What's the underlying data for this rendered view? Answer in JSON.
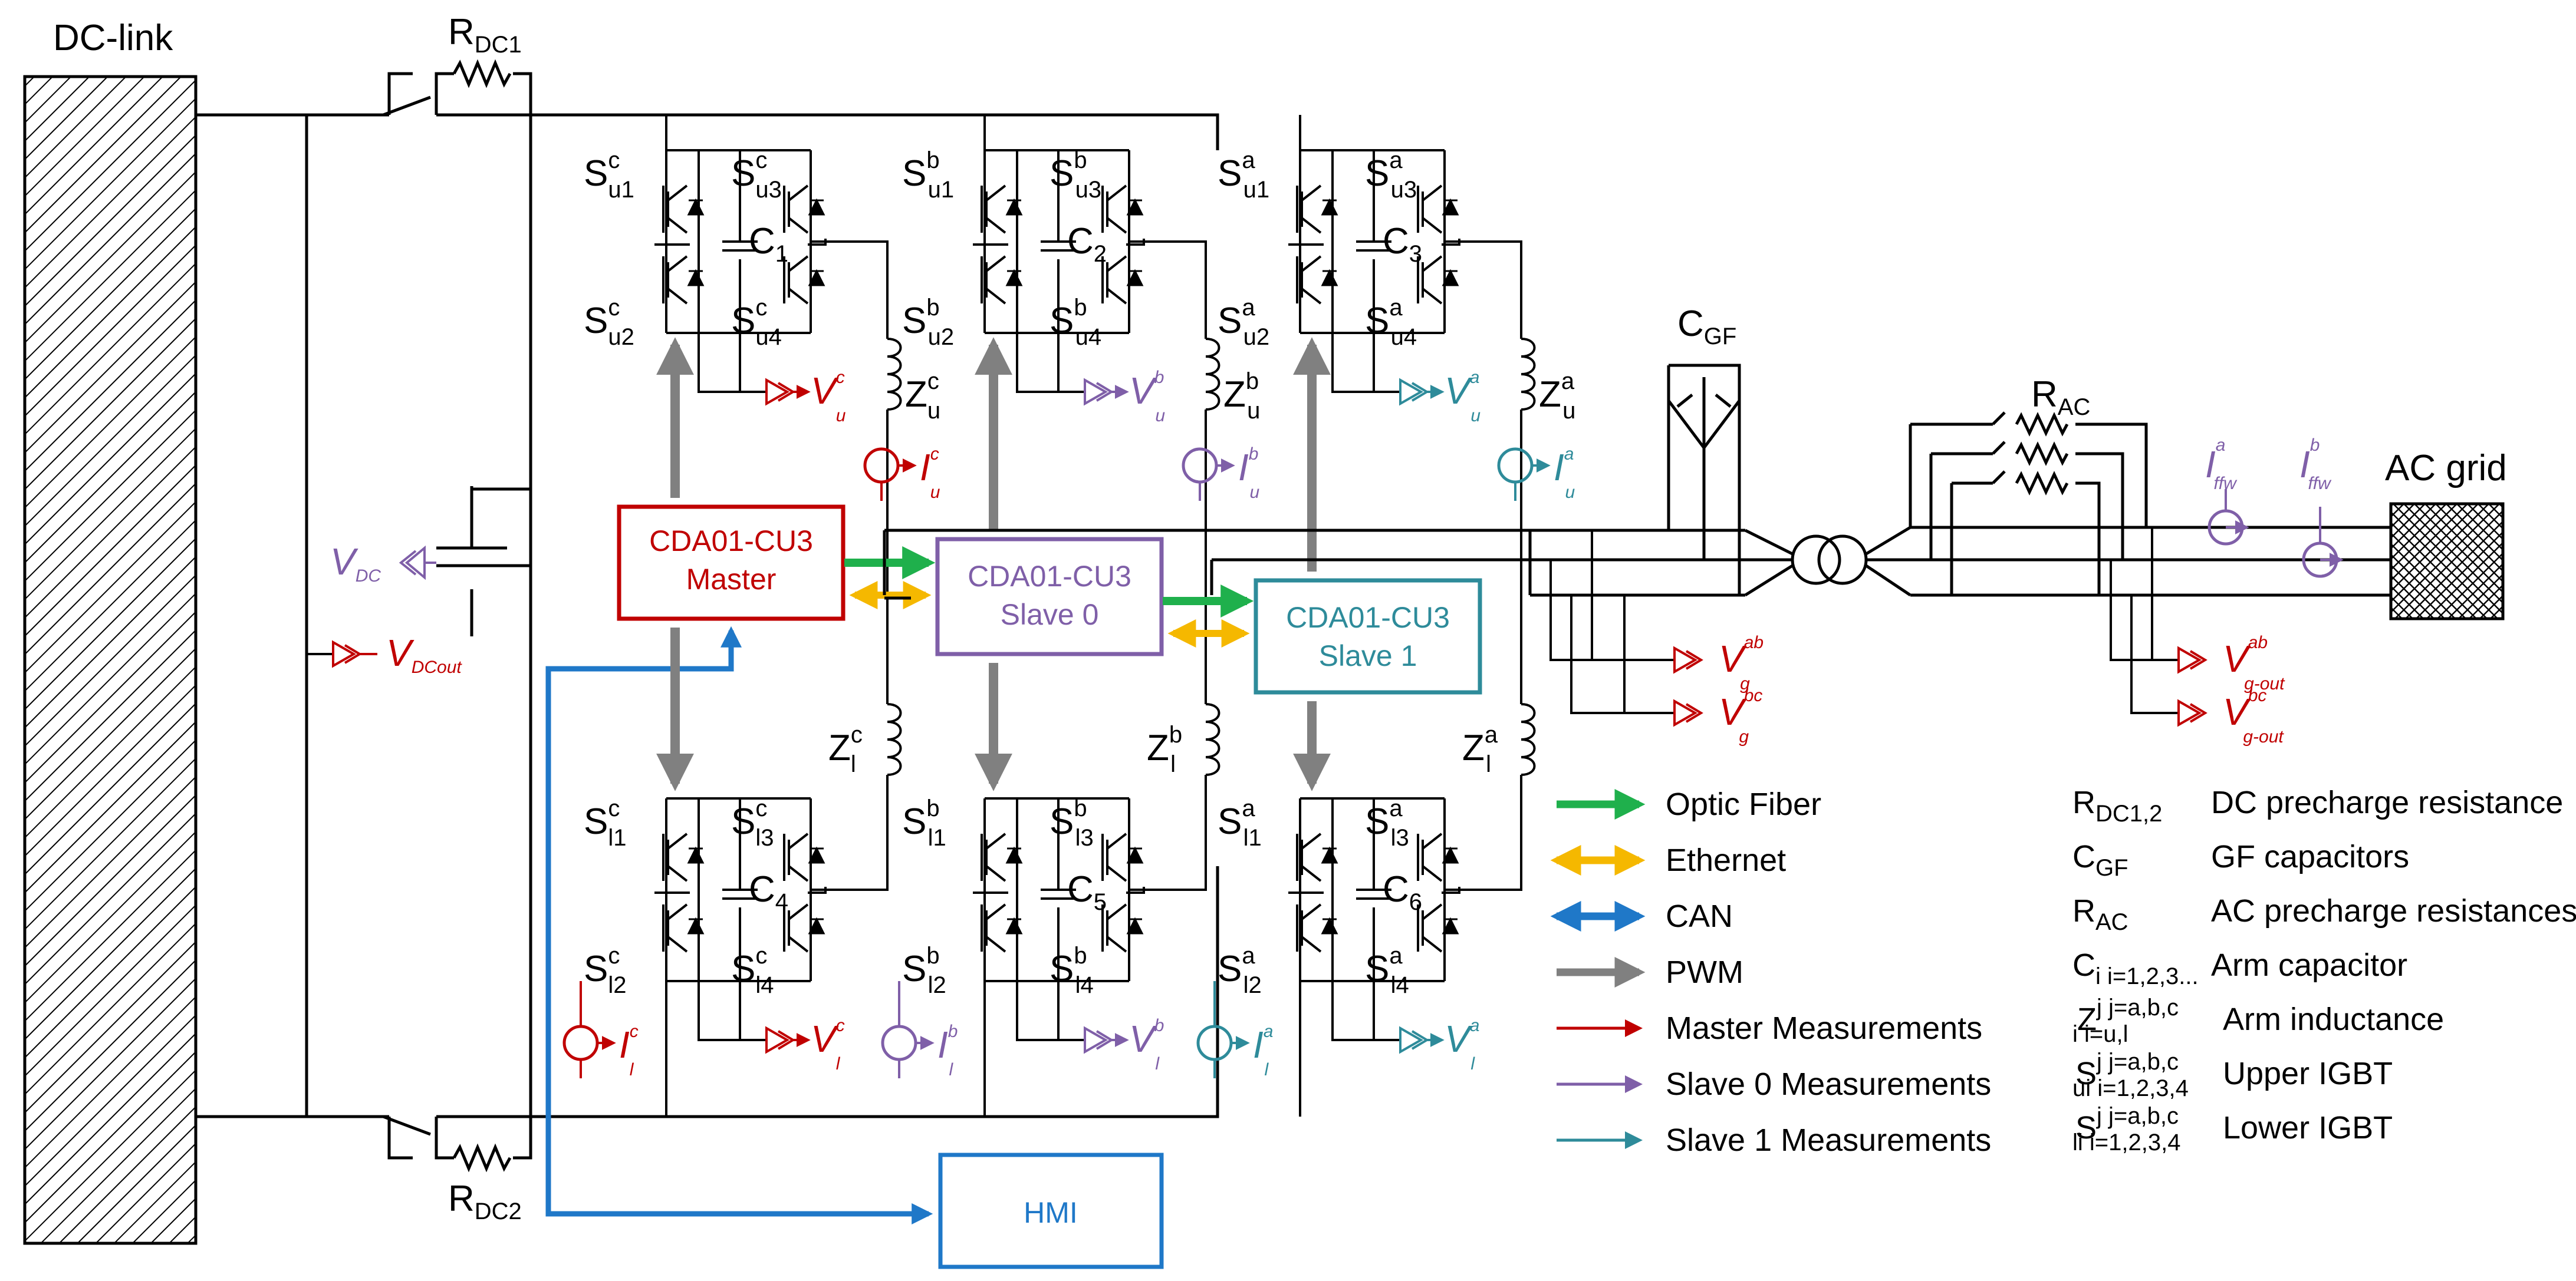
{
  "labels": {
    "dc_link": "DC-link",
    "rdc1": "R",
    "rdc1_sub": "DC1",
    "rdc2": "R",
    "rdc2_sub": "DC2",
    "vdc": "V",
    "vdc_sub": "DC",
    "vdcout": "V",
    "vdcout_sub": "DCout",
    "cgf": "C",
    "cgf_sub": "GF",
    "rac": "R",
    "rac_sub": "AC",
    "ac_grid": "AC grid"
  },
  "controllers": {
    "master": {
      "line1": "CDA01-CU3",
      "line2": "Master",
      "color": "#c00000"
    },
    "slave0": {
      "line1": "CDA01-CU3",
      "line2": "Slave 0",
      "color": "#7f5fa8"
    },
    "slave1": {
      "line1": "CDA01-CU3",
      "line2": "Slave 1",
      "color": "#2e8b9a"
    },
    "hmi": {
      "label": "HMI",
      "color": "#1f78c8"
    }
  },
  "phases": [
    {
      "id": "c",
      "cap_upper": "C",
      "cap_upper_sub": "1",
      "cap_lower": "C",
      "cap_lower_sub": "4",
      "color": "#c00000"
    },
    {
      "id": "b",
      "cap_upper": "C",
      "cap_upper_sub": "2",
      "cap_lower": "C",
      "cap_lower_sub": "5",
      "color": "#7f5fa8"
    },
    {
      "id": "a",
      "cap_upper": "C",
      "cap_upper_sub": "3",
      "cap_lower": "C",
      "cap_lower_sub": "6",
      "color": "#2e8b9a"
    }
  ],
  "switch_symbols": {
    "upper": "u",
    "lower": "l",
    "S": "S",
    "Z": "Z",
    "V": "V",
    "I": "I"
  },
  "grid_meas": {
    "vg_ab": "ab",
    "vg_bc": "bc",
    "vg_sub": "g",
    "vgout_ab": "ab",
    "vgout_bc": "bc",
    "vgout_sub": "g-out",
    "iffw_a": "a",
    "iffw_b": "b",
    "iffw_sub": "ffw"
  },
  "legend_links": [
    {
      "label": "Optic Fiber",
      "color": "#1fb04c",
      "kind": "thick"
    },
    {
      "label": "Ethernet",
      "color": "#f5b800",
      "kind": "thick-double"
    },
    {
      "label": "CAN",
      "color": "#1f78c8",
      "kind": "thick-double"
    },
    {
      "label": "PWM",
      "color": "#808080",
      "kind": "thick"
    },
    {
      "label": "Master Measurements",
      "color": "#c00000",
      "kind": "thin"
    },
    {
      "label": "Slave 0 Measurements",
      "color": "#7f5fa8",
      "kind": "thin"
    },
    {
      "label": "Slave 1 Measurements",
      "color": "#2e8b9a",
      "kind": "thin"
    }
  ],
  "legend_symbols": [
    {
      "sym": "R",
      "sub": "DC1,2",
      "sup": "",
      "desc": "DC precharge resistance"
    },
    {
      "sym": "C",
      "sub": "GF",
      "sup": "",
      "desc": "GF capacitors"
    },
    {
      "sym": "R",
      "sub": "AC",
      "sup": "",
      "desc": "AC precharge resistances"
    },
    {
      "sym": "C",
      "sub": "i i=1,2,3...",
      "sup": "",
      "desc": "Arm capacitor"
    },
    {
      "sym": "Z",
      "sub": "i i=u,l",
      "sup": "j j=a,b,c",
      "desc": "Arm inductance"
    },
    {
      "sym": "S",
      "sub": "ui i=1,2,3,4",
      "sup": "j j=a,b,c",
      "desc": "Upper IGBT"
    },
    {
      "sym": "S",
      "sub": "li i=1,2,3,4",
      "sup": "j j=a,b,c",
      "desc": "Lower IGBT"
    }
  ]
}
